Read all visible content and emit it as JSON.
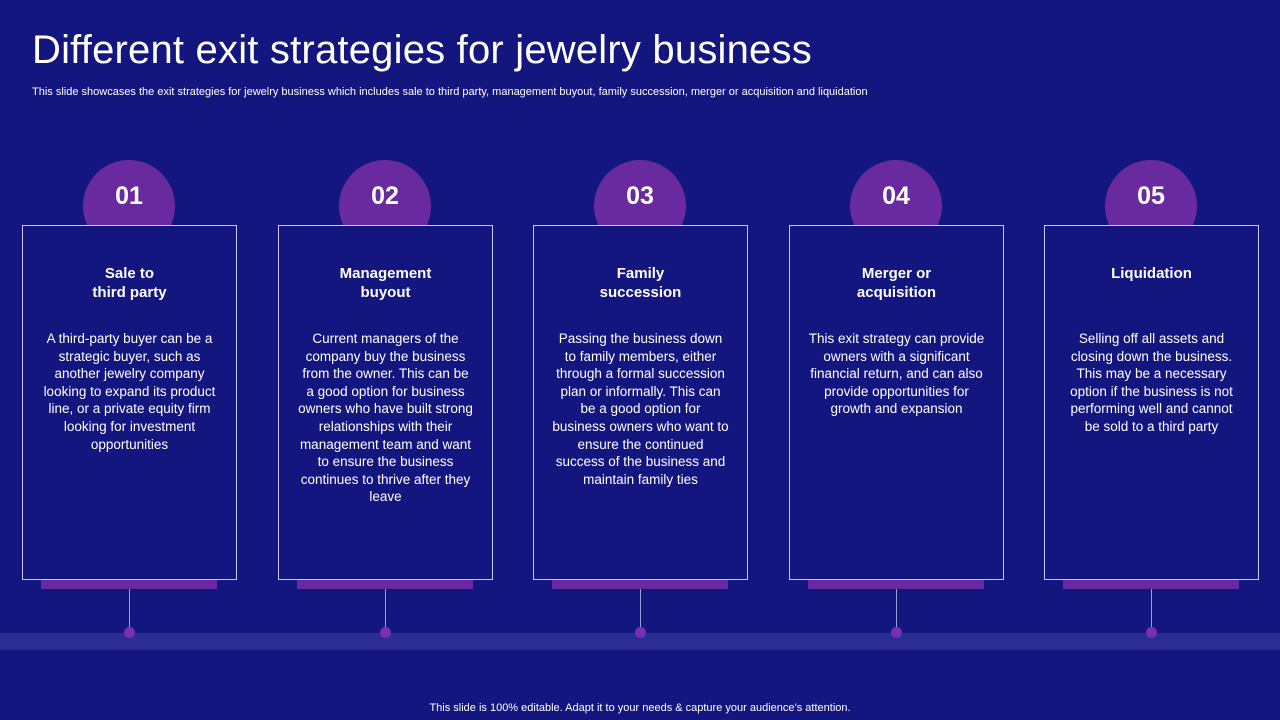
{
  "title": "Different exit strategies for jewelry business",
  "subtitle": "This slide showcases the exit strategies for jewelry business which includes sale to third party,  management buyout, family succession, merger or acquisition and liquidation",
  "colors": {
    "background": "#13167f",
    "accent": "#6a2a9f",
    "timeline": "#2b2e90",
    "card_border": "#c9c9f0"
  },
  "steps": [
    {
      "number": "01",
      "title": "Sale to\nthird party",
      "body": "A third-party buyer can be a strategic buyer, such as another jewelry company looking to expand its product line, or a private equity firm looking for investment opportunities"
    },
    {
      "number": "02",
      "title": "Management\nbuyout",
      "body": "Current managers of the company buy the business from the owner. This can be a good option for business owners who have built strong relationships with their management team and want to ensure the business continues to thrive after they leave"
    },
    {
      "number": "03",
      "title": "Family\nsuccession",
      "body": "Passing the business down to family members, either through a formal succession plan or informally. This can be a good option for business owners who want to ensure the continued success of the business and maintain family ties"
    },
    {
      "number": "04",
      "title": "Merger or\nacquisition",
      "body": "This exit strategy can provide owners with a significant financial return, and can also provide opportunities for growth and expansion"
    },
    {
      "number": "05",
      "title": "Liquidation",
      "body": "Selling off all assets and closing down the business. This may be a necessary option if the business is not performing well and cannot be sold to a third party"
    }
  ],
  "footer": "This slide is 100% editable. Adapt it to your needs & capture your audience’s attention."
}
